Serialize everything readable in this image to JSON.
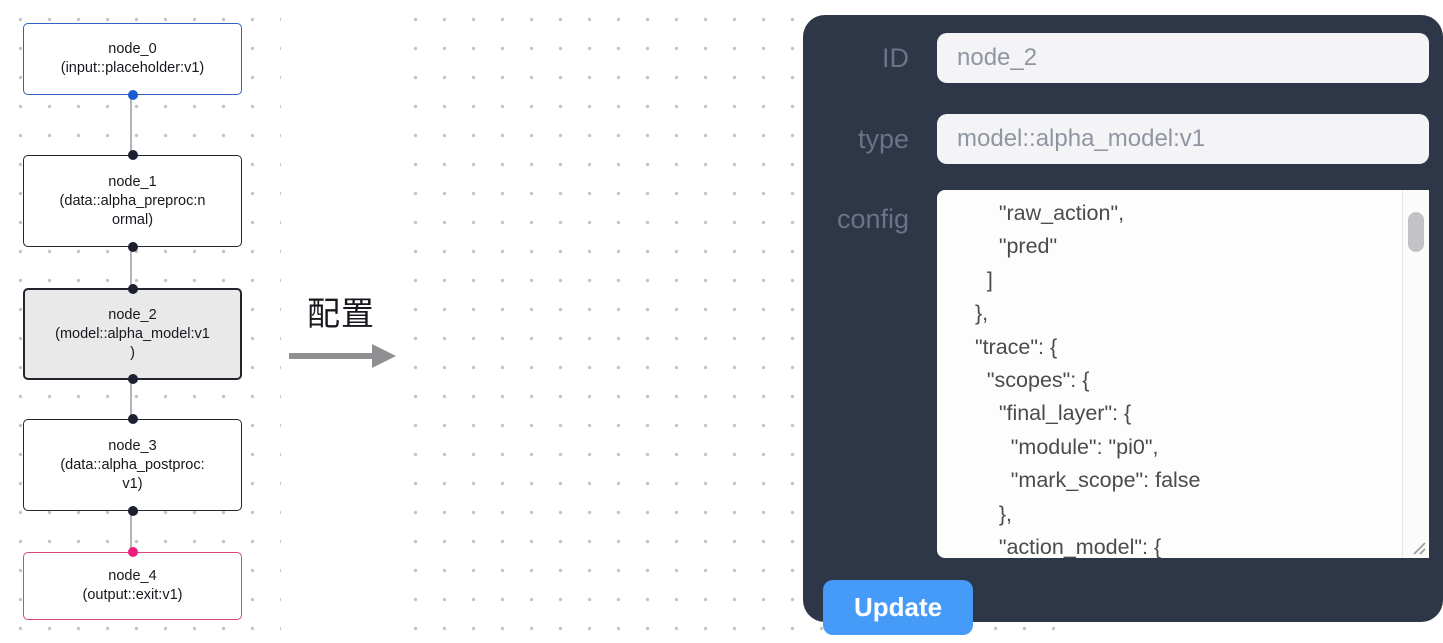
{
  "flow": {
    "nodes": [
      {
        "title": "node_0",
        "subtitle": "(input::placeholder:v1)",
        "subtitle_lines": [
          "(input::placeholder:v1)"
        ]
      },
      {
        "title": "node_1",
        "subtitle": "(data::alpha_preproc:normal)",
        "subtitle_lines": [
          "(data::alpha_preproc:n",
          "ormal)"
        ]
      },
      {
        "title": "node_2",
        "subtitle": "(model::alpha_model:v1)",
        "subtitle_lines": [
          "(model::alpha_model:v1",
          ")"
        ]
      },
      {
        "title": "node_3",
        "subtitle": "(data::alpha_postproc:v1)",
        "subtitle_lines": [
          "(data::alpha_postproc:",
          "v1)"
        ]
      },
      {
        "title": "node_4",
        "subtitle": "(output::exit:v1)",
        "subtitle_lines": [
          "(output::exit:v1)"
        ]
      }
    ]
  },
  "annotation": {
    "label": "配置"
  },
  "panel": {
    "id_label": "ID",
    "id_value": "node_2",
    "type_label": "type",
    "type_value": "model::alpha_model:v1",
    "config_label": "config",
    "config_text": "      \"raw_action\",\n      \"pred\"\n    ]\n  },\n  \"trace\": {\n    \"scopes\": {\n      \"final_layer\": {\n        \"module\": \"pi0\",\n        \"mark_scope\": false\n      },\n      \"action_model\": {",
    "update_label": "Update"
  },
  "colors": {
    "panel_bg": "#2d3748",
    "accent_button_blue": "#459bf7",
    "input_node_blue": "#2f62c4",
    "output_node_pink": "#dd4380",
    "port_blue": "#1f5ad1",
    "port_pink": "#ee1d7e",
    "selected_node_fill": "#e9e9ea",
    "edge_gray": "#b4b4b8"
  }
}
